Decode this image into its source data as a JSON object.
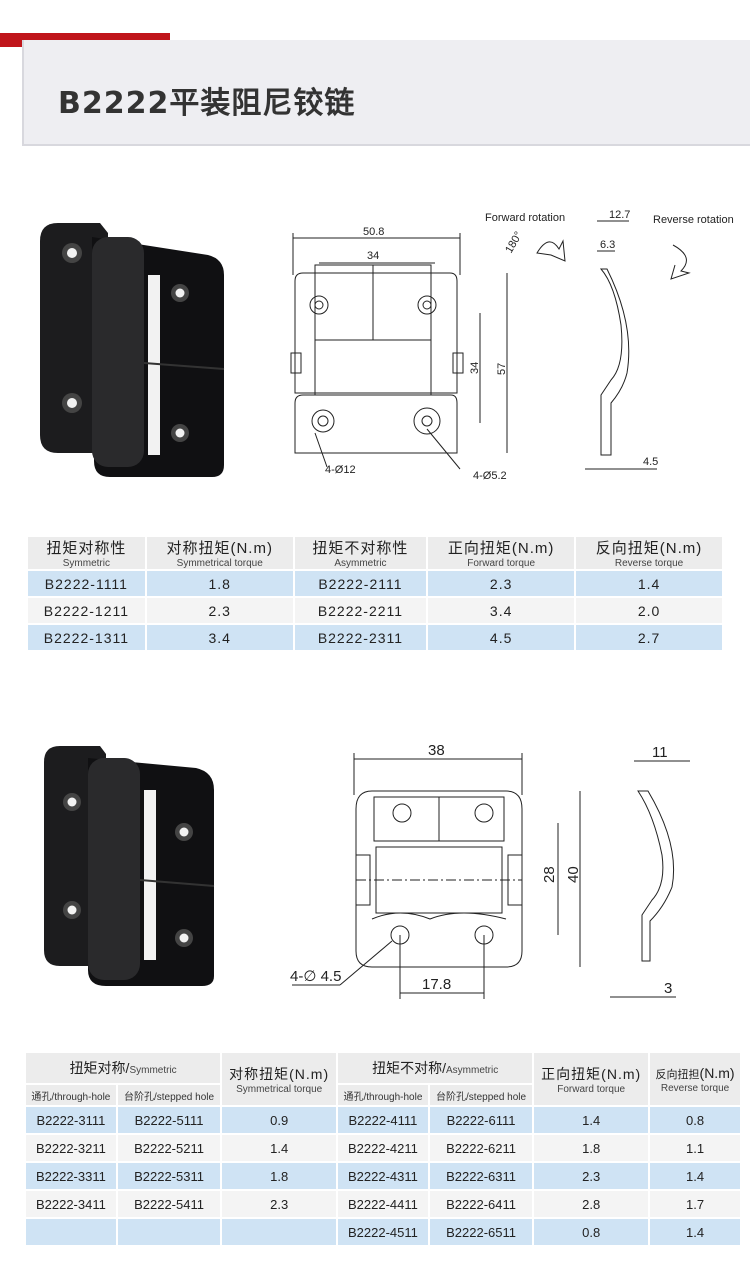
{
  "title": "B2222平装阻尼铰链",
  "diagram1": {
    "forward_rotation": "Forward rotation",
    "reverse_rotation": "Reverse rotation",
    "angle": "180°",
    "dims": {
      "w": "50.8",
      "w_inner": "34",
      "h_inner": "34",
      "h": "57",
      "holes_a": "4-Ø12",
      "holes_b": "4-Ø5.2",
      "side_w": "12.7",
      "side_w2": "6.3",
      "side_t": "4.5"
    }
  },
  "table1": {
    "headers": [
      {
        "main": "扭矩对称性",
        "sub": "Symmetric"
      },
      {
        "main": "对称扭矩(N.m)",
        "sub": "Symmetrical torque"
      },
      {
        "main": "扭矩不对称性",
        "sub": "Asymmetric"
      },
      {
        "main": "正向扭矩(N.m)",
        "sub": "Forward torque"
      },
      {
        "main": "反向扭矩(N.m)",
        "sub": "Reverse torque"
      }
    ],
    "rows": [
      [
        "B2222-1111",
        "1.8",
        "B2222-2111",
        "2.3",
        "1.4"
      ],
      [
        "B2222-1211",
        "2.3",
        "B2222-2211",
        "3.4",
        "2.0"
      ],
      [
        "B2222-1311",
        "3.4",
        "B2222-2311",
        "4.5",
        "2.7"
      ]
    ]
  },
  "diagram2": {
    "dims": {
      "w": "38",
      "side_w": "11",
      "h_inner": "28",
      "h": "40",
      "holes": "4-∅ 4.5",
      "hole_spacing": "17.8",
      "side_t": "3"
    }
  },
  "table2": {
    "group_symmetric": "扭矩对称/",
    "group_symmetric_en": "Symmetric",
    "group_asymmetric": "扭矩不对称/",
    "group_asymmetric_en": "Asymmetric",
    "sym_torque": "对称扭矩(N.m)",
    "sym_torque_en": "Symmetrical torque",
    "fwd_torque": "正向扭矩(N.m)",
    "fwd_torque_en": "Forward torque",
    "rev_torque_cn": "反向扭担",
    "rev_torque_unit": "(N.m)",
    "rev_torque_en": "Reverse torque",
    "through_hole": "通孔/through-hole",
    "stepped_hole": "台阶孔/stepped hole",
    "rows": [
      [
        "B2222-3111",
        "B2222-5111",
        "0.9",
        "B2222-4111",
        "B2222-6111",
        "1.4",
        "0.8"
      ],
      [
        "B2222-3211",
        "B2222-5211",
        "1.4",
        "B2222-4211",
        "B2222-6211",
        "1.8",
        "1.1"
      ],
      [
        "B2222-3311",
        "B2222-5311",
        "1.8",
        "B2222-4311",
        "B2222-6311",
        "2.3",
        "1.4"
      ],
      [
        "B2222-3411",
        "B2222-5411",
        "2.3",
        "B2222-4411",
        "B2222-6411",
        "2.8",
        "1.7"
      ],
      [
        "",
        "",
        "",
        "B2222-4511",
        "B2222-6511",
        "0.8",
        "1.4"
      ]
    ]
  }
}
